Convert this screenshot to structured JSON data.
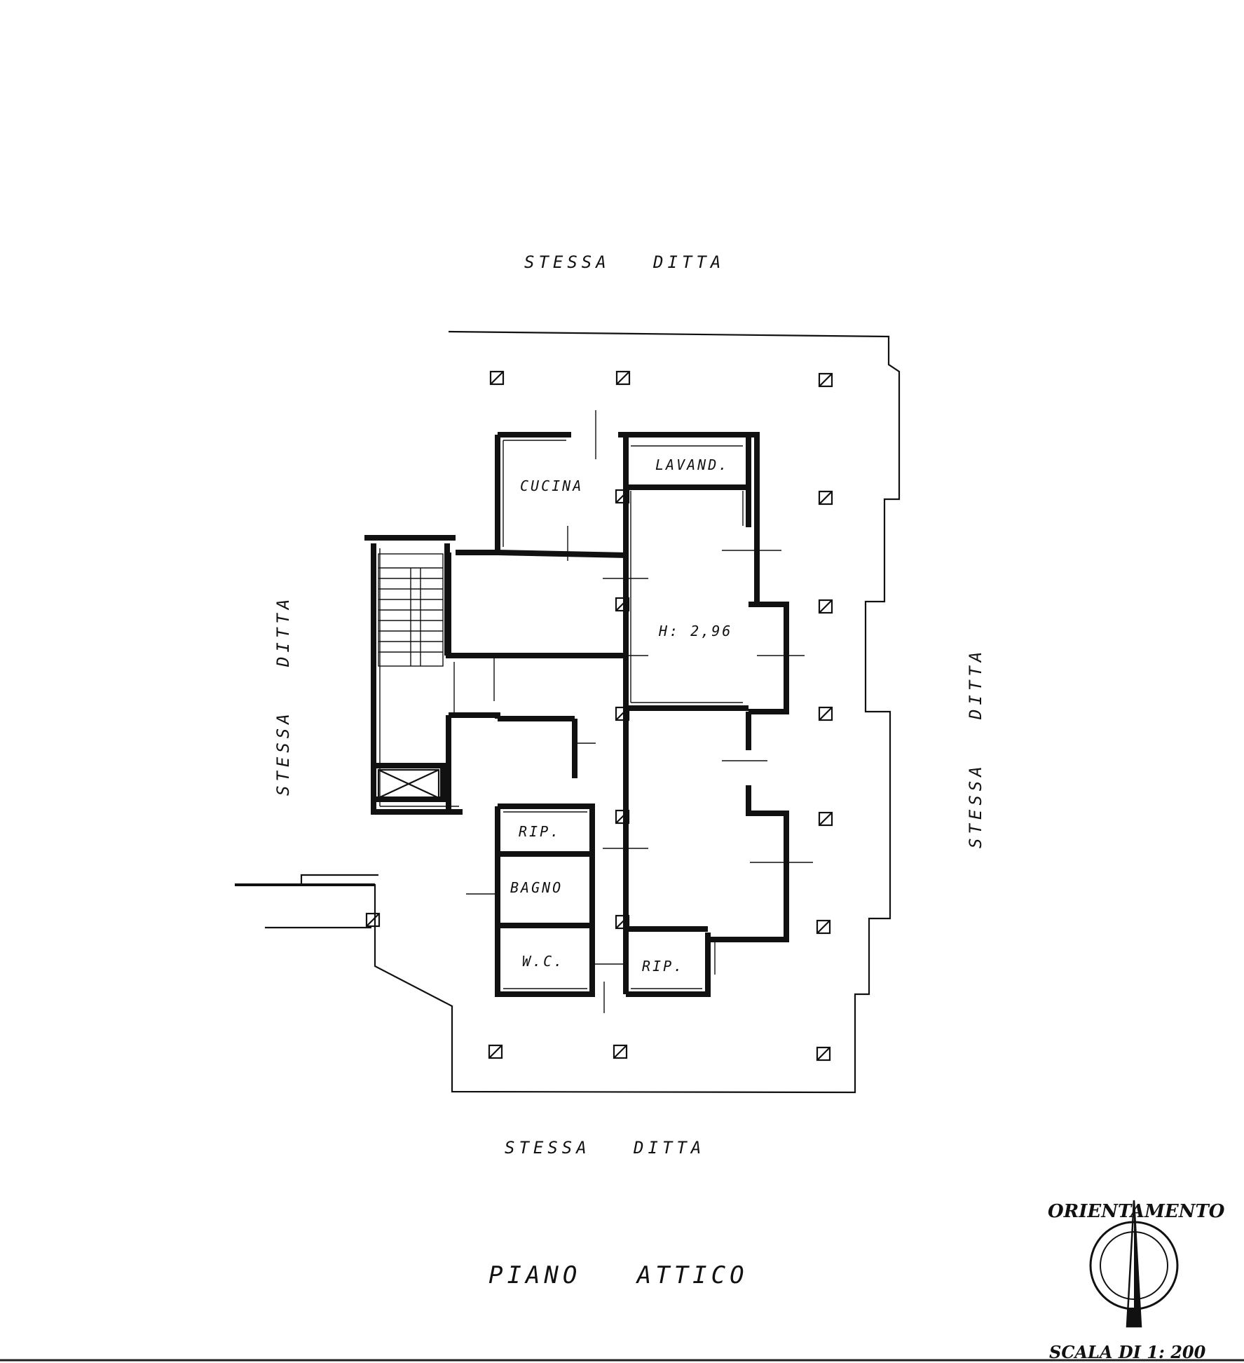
{
  "labels": {
    "neighbor_top": "STESSA   DITTA",
    "neighbor_bottom": "STESSA   DITTA",
    "neighbor_left": "STESSA   DITTA",
    "neighbor_right": "STESSA   DITTA",
    "floor_name": "PIANO   ATTICO",
    "orientation_title": "ORIENTAMENTO",
    "scale": "SCALA DI 1: 200"
  },
  "rooms": {
    "kitchen": "CUCINA",
    "laundry": "LAVAND.",
    "height": "H: 2,96",
    "storage_1": "RIP.",
    "bathroom": "BAGNO",
    "wc": "W.C.",
    "storage_2": "RIP."
  }
}
